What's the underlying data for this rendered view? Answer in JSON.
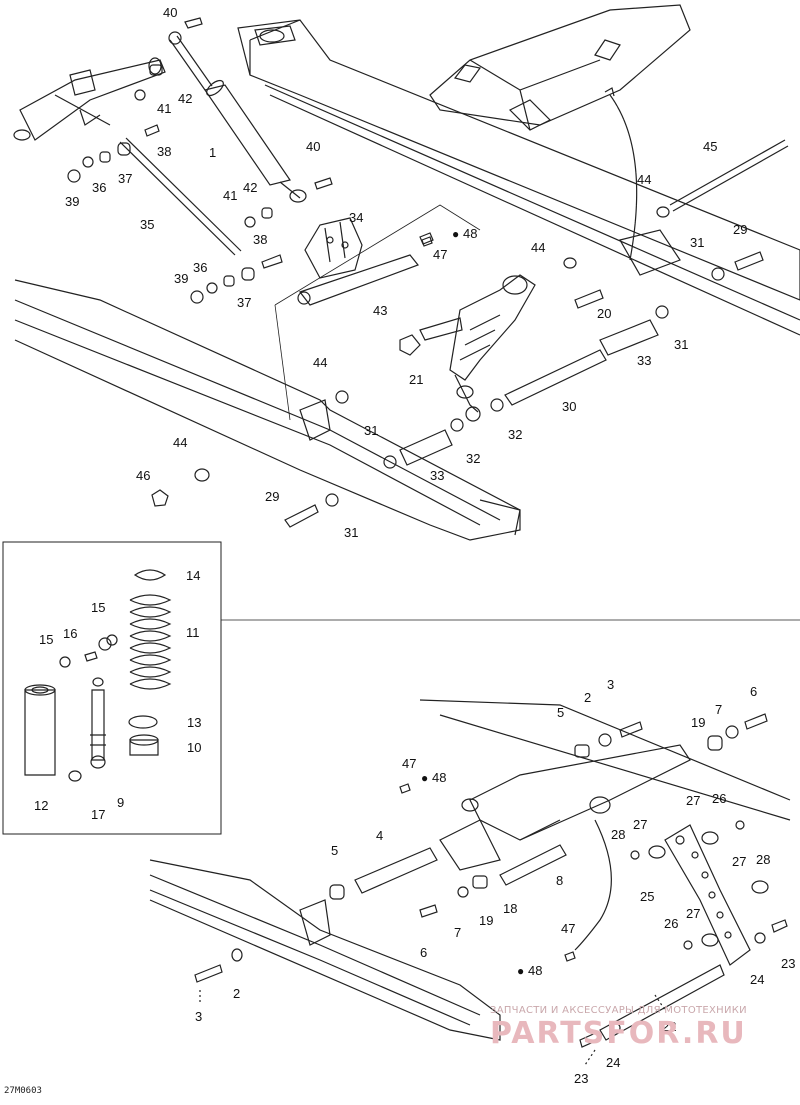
{
  "diagram": {
    "drawing_code": "27M0603",
    "callouts": [
      "40",
      "42",
      "41",
      "1",
      "38",
      "37",
      "36",
      "39",
      "35",
      "40",
      "42",
      "41",
      "38",
      "36",
      "39",
      "37",
      "34",
      "48",
      "47",
      "43",
      "44",
      "45",
      "29",
      "31",
      "44",
      "20",
      "33",
      "31",
      "21",
      "44",
      "30",
      "32",
      "31",
      "32",
      "33",
      "44",
      "46",
      "29",
      "31",
      "14",
      "11",
      "15",
      "16",
      "15",
      "13",
      "10",
      "12",
      "9",
      "17",
      "3",
      "2",
      "5",
      "6",
      "7",
      "19",
      "47",
      "48",
      "4",
      "5",
      "18",
      "8",
      "19",
      "6",
      "7",
      "26",
      "27",
      "28",
      "27",
      "25",
      "27",
      "28",
      "26",
      "27",
      "24",
      "23",
      "47",
      "48",
      "2",
      "3",
      "22",
      "24",
      "23"
    ],
    "watermark_top": "ЗАПЧАСТИ И АКСЕССУАРЫ ДЛЯ МОТОТЕХНИКИ",
    "watermark_main": "PARTSFOR.RU"
  }
}
